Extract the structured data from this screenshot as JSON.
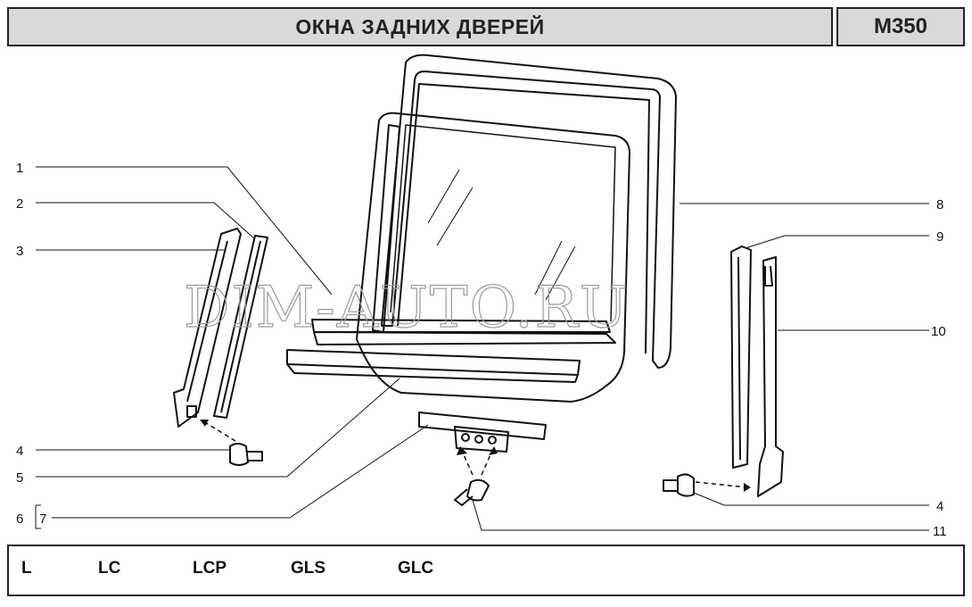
{
  "header": {
    "title": "ОКНА ЗАДНИХ ДВЕРЕЙ",
    "code": "M350"
  },
  "watermark": "DIM-AUTO.RU",
  "callouts": {
    "c1": "1",
    "c2": "2",
    "c3": "3",
    "c4a": "4",
    "c5": "5",
    "c6": "6",
    "c7": "7",
    "c8": "8",
    "c9": "9",
    "c10": "10",
    "c4b": "4",
    "c11": "11"
  },
  "footer": {
    "variants": [
      "L",
      "LC",
      "LCP",
      "GLS",
      "GLC"
    ]
  }
}
